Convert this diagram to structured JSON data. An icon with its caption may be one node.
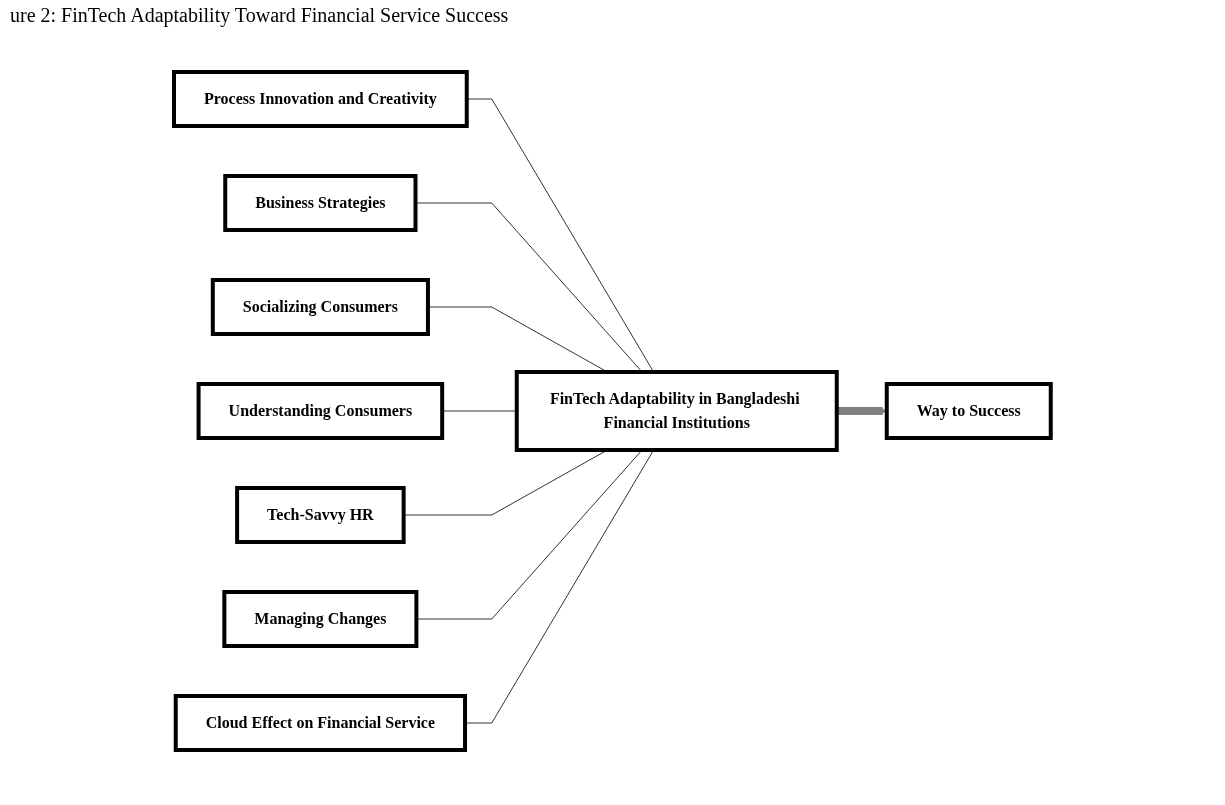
{
  "diagram": {
    "title": "ure 2: FinTech Adaptability Toward Financial Service Success",
    "nodes": [
      {
        "text": [
          "Process Innovation and Creativity"
        ]
      },
      {
        "text": [
          "Business Strategies"
        ]
      },
      {
        "text": [
          "Socializing Consumers"
        ]
      },
      {
        "text": [
          "Understanding Consumers"
        ]
      },
      {
        "text": [
          "Tech-Savvy HR"
        ]
      },
      {
        "text": [
          "Managing Changes"
        ]
      },
      {
        "text": [
          "Cloud Effect on Financial Service"
        ]
      },
      {
        "text": [
          "FinTech Adaptability in Bangladeshi Financial Institutions"
        ]
      },
      {
        "text": [
          "Way to Success"
        ]
      }
    ],
    "edges": [
      {
        "from": 0,
        "to": 7,
        "arrow": "none"
      },
      {
        "from": 1,
        "to": 7,
        "arrow": "none"
      },
      {
        "from": 2,
        "to": 7,
        "arrow": "none"
      },
      {
        "from": 3,
        "to": 7,
        "arrow": "none"
      },
      {
        "from": 4,
        "to": 7,
        "arrow": "none"
      },
      {
        "from": 5,
        "to": 7,
        "arrow": "none"
      },
      {
        "from": 6,
        "to": 7,
        "arrow": "none"
      },
      {
        "from": 7,
        "to": 8,
        "arrow": "to",
        "style": "thick",
        "color": "#808080"
      }
    ]
  }
}
